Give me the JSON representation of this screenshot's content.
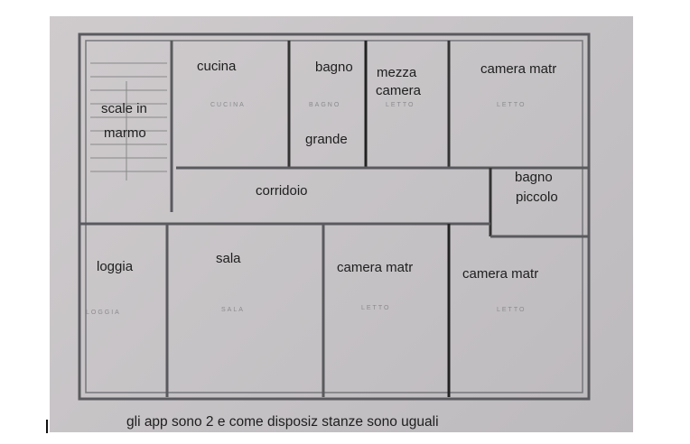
{
  "labels": {
    "cucina": "cucina",
    "bagno_grande_1": "bagno",
    "bagno_grande_2": "grande",
    "mezza_camera_1": "mezza",
    "mezza_camera_2": "camera",
    "camera_top": "camera matr",
    "scale_1": "scale in",
    "scale_2": "marmo",
    "corridoio": "corridoio",
    "bagno_piccolo_1": "bagno",
    "bagno_piccolo_2": "piccolo",
    "loggia": "loggia",
    "sala": "sala",
    "camera_mid": "camera matr",
    "camera_right": "camera matr"
  },
  "plan_labels": [
    "CUCINA",
    "BAGNO",
    "LETTO",
    "LETTO",
    "LOGGIA",
    "SALA",
    "LETTO",
    "LETTO"
  ],
  "footer": "gli app sono 2 e come disposiz stanze sono uguali",
  "colors": {
    "paper": "#c9c6c8",
    "wall": "#3a3a3e",
    "text": "#1e1e1e"
  }
}
